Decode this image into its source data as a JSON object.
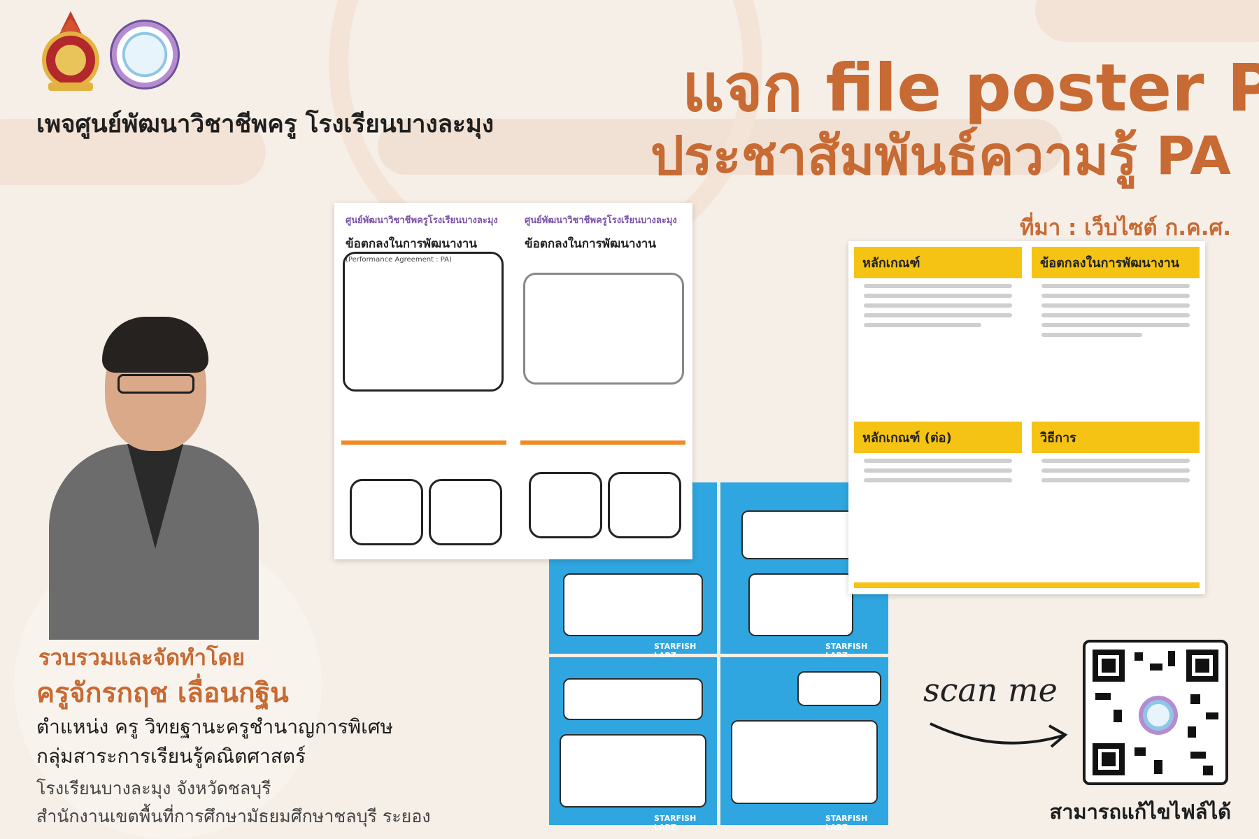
{
  "header": {
    "center_name": "เพจศูนย์พัฒนาวิชาชีพครู โรงเรียนบางละมุง",
    "hero_line1": "แจก file poster PA",
    "hero_line2": "ประชาสัมพันธ์ความรู้ PA",
    "source": "ที่มา : เว็บไซต์ ก.ค.ศ."
  },
  "credit": {
    "intro": "รวบรวมและจัดทำโดย",
    "name": "ครูจักรกฤช เลื่อนกฐิน",
    "position": "ตำแหน่ง ครู วิทยฐานะครูชำนาญการพิเศษ",
    "department": "กลุ่มสาระการเรียนรู้คณิตศาสตร์",
    "school": "โรงเรียนบางละมุง จังหวัดชลบุรี",
    "office": "สำนักงานเขตพื้นที่การศึกษามัธยมศึกษาชลบุรี ระยอง"
  },
  "posters": {
    "sketch_header": "ศูนย์พัฒนาวิชาชีพครูโรงเรียนบางละมุง",
    "sketch_title": "ข้อตกลงในการพัฒนางาน",
    "sketch_subtitle": "(Performance Agreement : PA)",
    "criteria_title": "หลักเกณฑ์",
    "criteria_title_cont": "หลักเกณฑ์ (ต่อ)",
    "agreement_title": "ข้อตกลงในการพัฒนางาน",
    "method_title": "วิธีการ",
    "starfish": "STARFISH LABZ"
  },
  "qr": {
    "scan_label": "scan me",
    "editable_note": "สามารถแก้ไขไฟล์ได้"
  },
  "colors": {
    "accent": "#c76a33",
    "background": "#f6efe8",
    "yellow": "#f5c313",
    "blue": "#2fa6e0"
  }
}
